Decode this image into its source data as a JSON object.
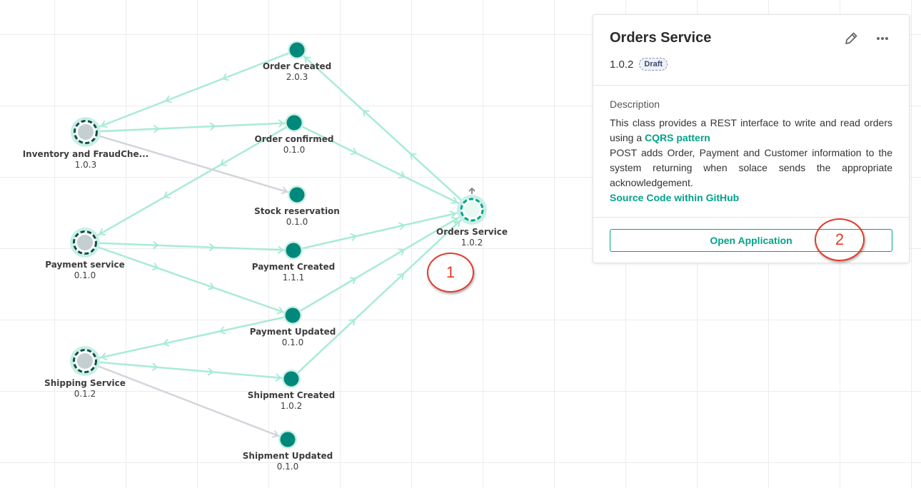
{
  "graph": {
    "nodes": [
      {
        "id": "inventory",
        "name": "Inventory and FraudChe...",
        "version": "1.0.3",
        "kind": "application"
      },
      {
        "id": "payment_service",
        "name": "Payment service",
        "version": "0.1.0",
        "kind": "application"
      },
      {
        "id": "shipping",
        "name": "Shipping Service",
        "version": "0.1.2",
        "kind": "application"
      },
      {
        "id": "order_created",
        "name": "Order Created",
        "version": "2.0.3",
        "kind": "event"
      },
      {
        "id": "order_confirmed",
        "name": "Order confirmed",
        "version": "0.1.0",
        "kind": "event"
      },
      {
        "id": "stock_reservation",
        "name": "Stock reservation",
        "version": "0.1.0",
        "kind": "event"
      },
      {
        "id": "payment_created",
        "name": "Payment Created",
        "version": "1.1.1",
        "kind": "event"
      },
      {
        "id": "payment_updated",
        "name": "Payment Updated",
        "version": "0.1.0",
        "kind": "event"
      },
      {
        "id": "shipment_created",
        "name": "Shipment Created",
        "version": "1.0.2",
        "kind": "event"
      },
      {
        "id": "shipment_updated",
        "name": "Shipment Updated",
        "version": "0.1.0",
        "kind": "event"
      },
      {
        "id": "orders_service",
        "name": "Orders Service",
        "version": "1.0.2",
        "kind": "application",
        "selected": true
      }
    ],
    "edges": [
      {
        "from": "orders_service",
        "to": "order_created",
        "highlight": true
      },
      {
        "from": "order_created",
        "to": "inventory",
        "highlight": true
      },
      {
        "from": "inventory",
        "to": "order_confirmed",
        "highlight": true
      },
      {
        "from": "order_confirmed",
        "to": "orders_service",
        "highlight": true
      },
      {
        "from": "order_confirmed",
        "to": "payment_service",
        "highlight": true
      },
      {
        "from": "inventory",
        "to": "stock_reservation",
        "highlight": false
      },
      {
        "from": "payment_service",
        "to": "payment_created",
        "highlight": true
      },
      {
        "from": "payment_created",
        "to": "orders_service",
        "highlight": true
      },
      {
        "from": "payment_service",
        "to": "payment_updated",
        "highlight": true
      },
      {
        "from": "payment_updated",
        "to": "orders_service",
        "highlight": true
      },
      {
        "from": "payment_updated",
        "to": "shipping",
        "highlight": true
      },
      {
        "from": "shipping",
        "to": "shipment_created",
        "highlight": true
      },
      {
        "from": "shipment_created",
        "to": "orders_service",
        "highlight": true
      },
      {
        "from": "shipping",
        "to": "shipment_updated",
        "highlight": false
      }
    ],
    "colors": {
      "highlight_edge": "#a8ebd6",
      "muted_edge": "#d2d5db",
      "event_node": "#00897b",
      "app_fill": "#c3cfd0",
      "app_ring": "#0e4f44",
      "selected_ring": "#00a38a"
    }
  },
  "panel": {
    "title": "Orders Service",
    "version": "1.0.2",
    "badge": "Draft",
    "edit_icon": "pencil-icon",
    "more_icon": "more-horizontal-icon",
    "description_label": "Description",
    "description": {
      "line1": "This class provides a REST interface to write and read orders using a ",
      "cqrs_link": "CQRS pattern",
      "line2": "POST adds Order, Payment and Customer information to the system returning when solace sends the appropriate acknowledgement.",
      "github_link": "Source Code within GitHub"
    },
    "open_button": "Open Application"
  },
  "annotations": {
    "callout1": "1",
    "callout2": "2",
    "color": "#e03b2a"
  }
}
